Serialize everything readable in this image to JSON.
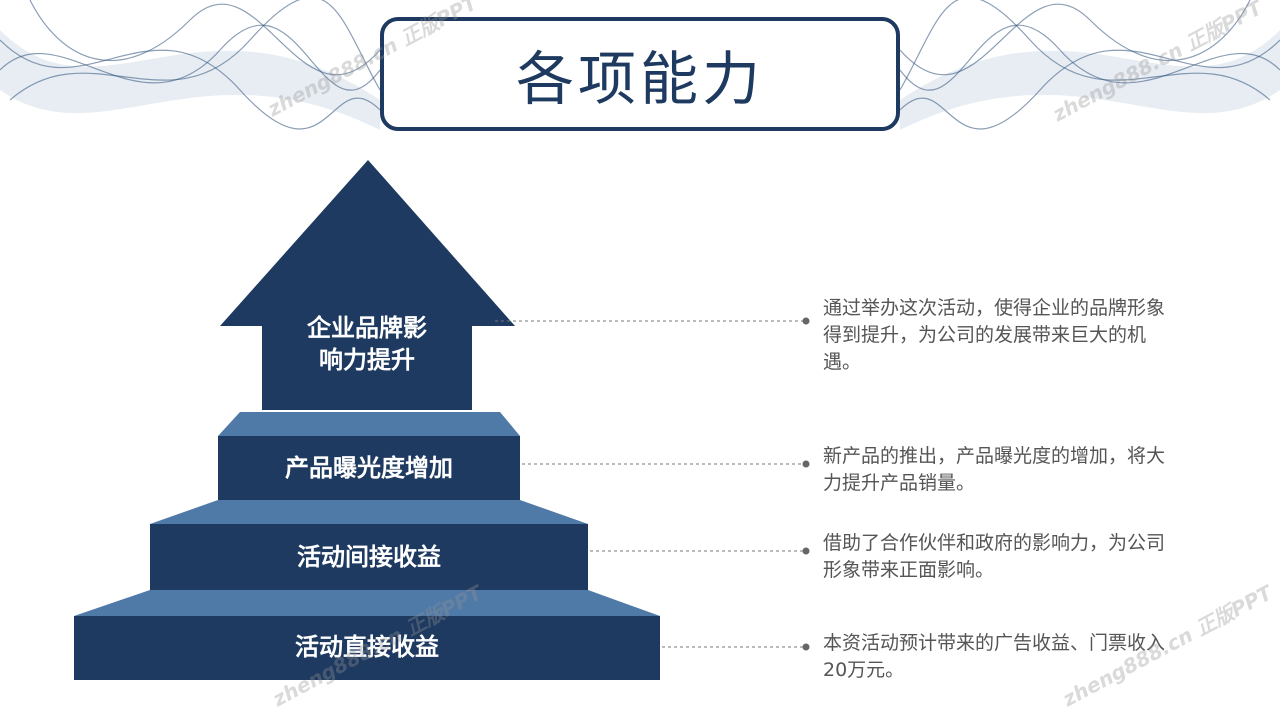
{
  "title": "各项能力",
  "levels": [
    {
      "label_line1": "企业品牌影",
      "label_line2": "响力提升",
      "description": "通过举办这次活动，使得企业的品牌形象得到提升，为公司的发展带来巨大的机遇。"
    },
    {
      "label": "产品曝光度增加",
      "description": "新产品的推出，产品曝光度的增加，将大力提升产品销量。"
    },
    {
      "label": "活动间接收益",
      "description": "借助了合作伙伴和政府的影响力，为公司形象带来正面影响。"
    },
    {
      "label": "活动直接收益",
      "description": "本资活动预计带来的广告收益、门票收入20万元。"
    }
  ],
  "watermark": "zheng888.cn 正版PPT",
  "colors": {
    "dark": "#1e3a60",
    "light": "#4f79a6",
    "text": "#555555"
  }
}
